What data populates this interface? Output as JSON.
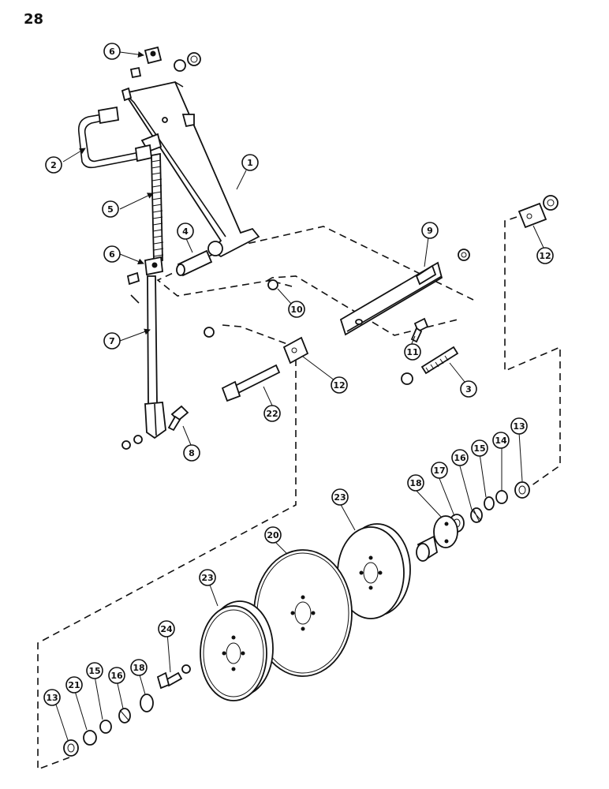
{
  "page": {
    "number": "28"
  },
  "callouts": [
    "1",
    "2",
    "3",
    "4",
    "5",
    "6",
    "6",
    "7",
    "8",
    "9",
    "10",
    "11",
    "12",
    "12",
    "13",
    "14",
    "15",
    "16",
    "17",
    "18",
    "20",
    "23",
    "23",
    "24",
    "13",
    "21",
    "15",
    "16",
    "18",
    "22"
  ]
}
